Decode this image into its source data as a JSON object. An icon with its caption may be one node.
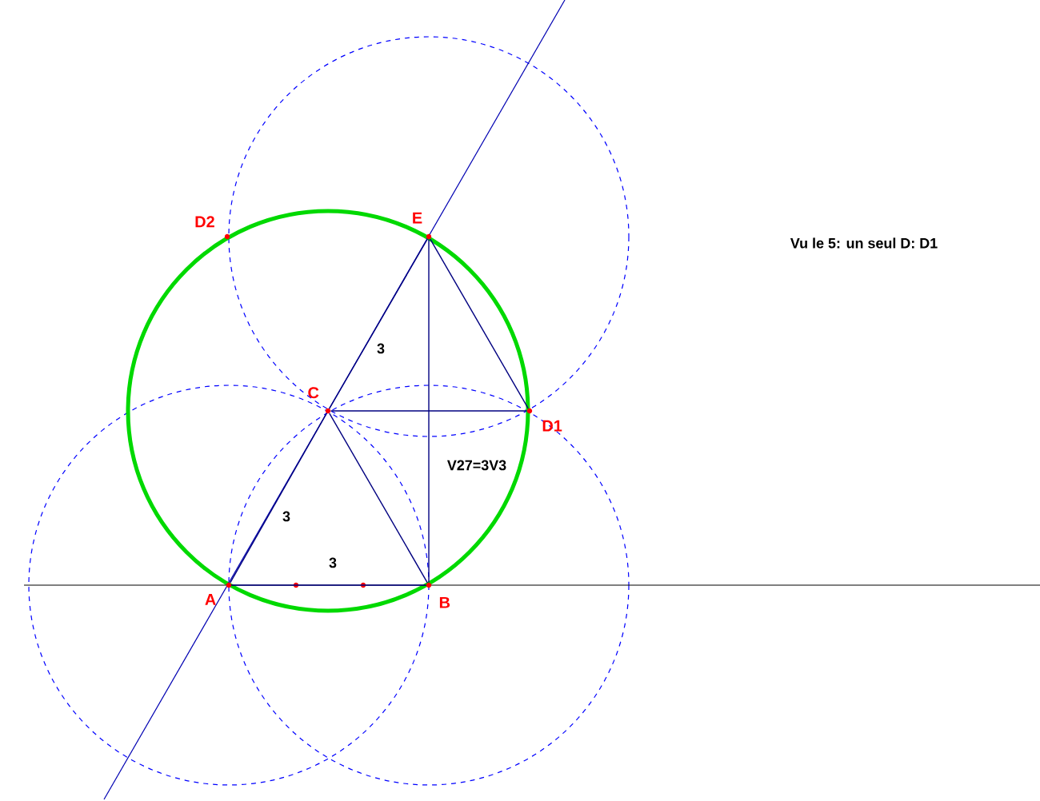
{
  "diagram": {
    "nodes": [
      {
        "text": [
          "A"
        ]
      },
      {
        "text": [
          "B"
        ]
      },
      {
        "text": [
          "C"
        ]
      },
      {
        "text": [
          "E"
        ]
      },
      {
        "text": [
          "D1"
        ]
      },
      {
        "text": [
          "D2"
        ]
      }
    ],
    "edges": [
      {
        "from": 0,
        "to": 1,
        "arrow": "none",
        "label": "3"
      },
      {
        "from": 0,
        "to": 2,
        "arrow": "none",
        "label": "3"
      },
      {
        "from": 2,
        "to": 3,
        "arrow": "none",
        "label": "3"
      },
      {
        "from": 2,
        "to": 1,
        "arrow": "none"
      },
      {
        "from": 3,
        "to": 1,
        "arrow": "none",
        "label": "V27=3V3"
      },
      {
        "from": 3,
        "to": 4,
        "arrow": "none"
      },
      {
        "from": 2,
        "to": 4,
        "arrow": "none"
      }
    ],
    "labels": [
      "Vu le 5: un seul D: D1"
    ]
  }
}
